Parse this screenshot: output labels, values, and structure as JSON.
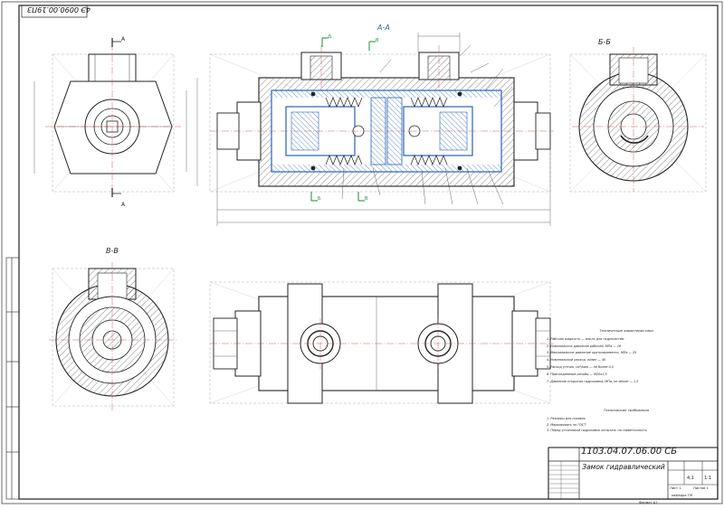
{
  "drawing": {
    "document_code": "1103.04.07.06.00 СБ",
    "document_name": "Замок гидравлический",
    "corner_code": "4Э 0090.00.19ПЗ",
    "views": {
      "section_aa": "А-А",
      "section_bb": "Б-Б",
      "section_vv": "В-В",
      "cut_mark_a": "А",
      "cut_mark_b": "Б",
      "cut_mark_v": "В"
    },
    "technical_notes_title": "Технические характеристики",
    "technical_notes": [
      "1. Рабочая жидкость — масло для гидросистем",
      "2. Номинальное давление рабочей, МПа — 16",
      "3. Максимальное давление кратковременно, МПа — 25",
      "4. Номинальный расход, л/мин — 40",
      "5. Расход утечек, см³/мин — не более 0,5",
      "6. Присоединение резьбы — М20х1,5",
      "7. Давление открытия гидрозамка, МПа, не менее — 1,5"
    ],
    "mounting_notes_title": "Технические требования",
    "mounting_notes": [
      "1. Размеры для справок",
      "2. Маркировать по ГОСТ",
      "3. Перед установкой гидрозамок испытать на герметичность"
    ],
    "title_block": {
      "mass": "4,1",
      "scale": "1:1",
      "sheet": "Лист 1",
      "sheets": "Листов 1",
      "org": "кафедра ГМ",
      "format": "Формат А1"
    },
    "colors": {
      "line": "#2b2b2b",
      "section_blue": "#2a62b8",
      "centerline": "#c23838",
      "marker_green": "#1f8a3a",
      "hatch": "#3a3a3a"
    }
  }
}
